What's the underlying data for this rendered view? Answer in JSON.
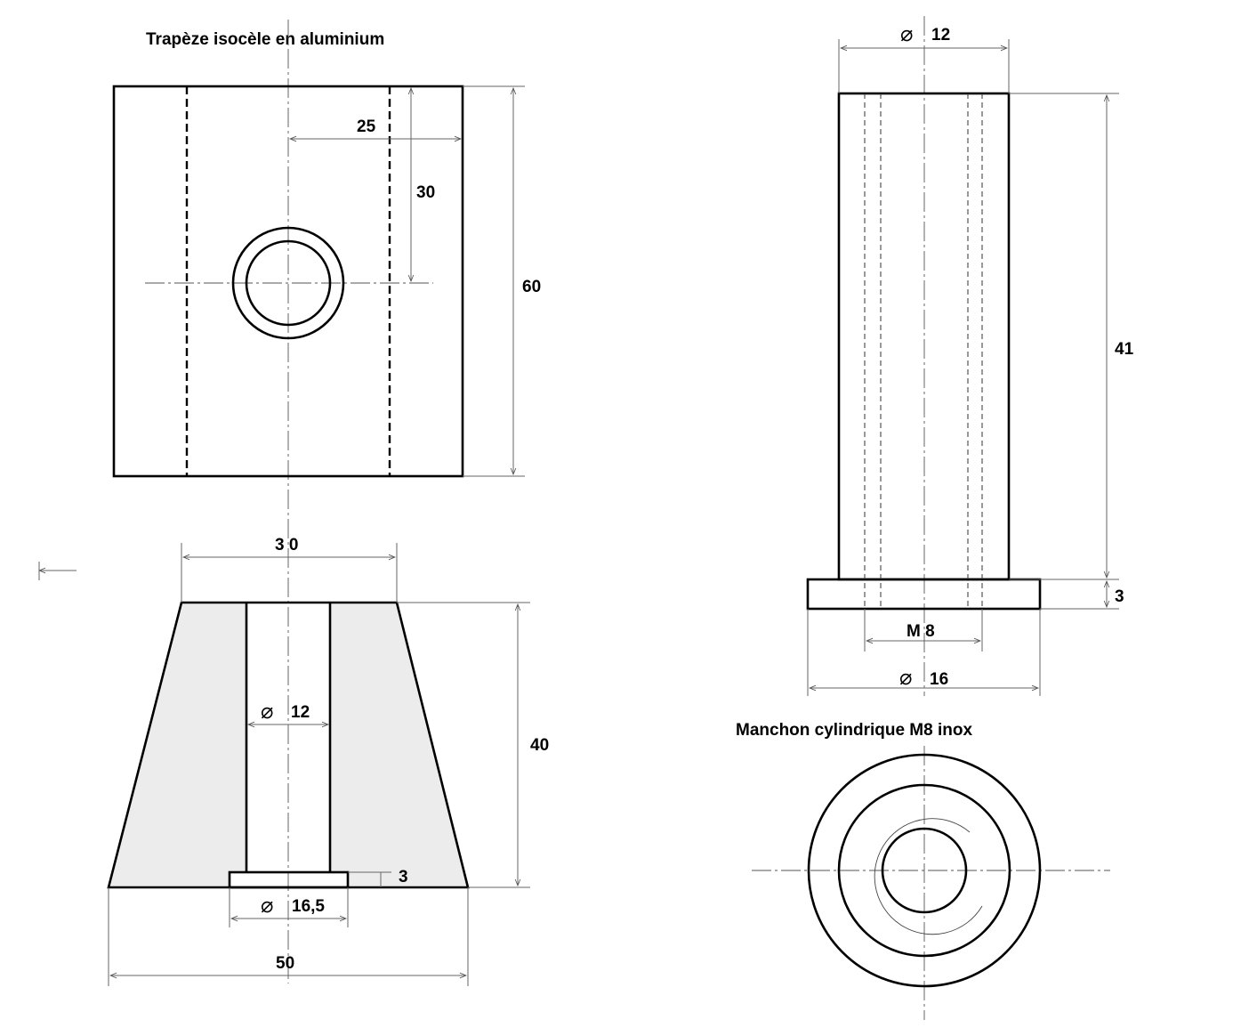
{
  "titles": {
    "part1": "Trapèze isocèle en aluminium",
    "part2": "Manchon cylindrique M8 inox"
  },
  "dimensions": {
    "top_view_half_width": "25",
    "top_view_offset": "30",
    "top_view_height": "60",
    "trap_top_width": "3 0",
    "trap_bore_diameter": "12",
    "trap_height": "40",
    "trap_counterbore_depth": "3",
    "trap_counterbore_diameter": "16,5",
    "trap_bottom_width": "50",
    "sleeve_body_diameter": "12",
    "sleeve_height": "41",
    "sleeve_flange_thickness": "3",
    "sleeve_thread": "M 8",
    "sleeve_flange_diameter": "16"
  },
  "colors": {
    "section_fill": "#ececec",
    "line": "#000000"
  },
  "symbols": {
    "diameter": "⌀"
  }
}
